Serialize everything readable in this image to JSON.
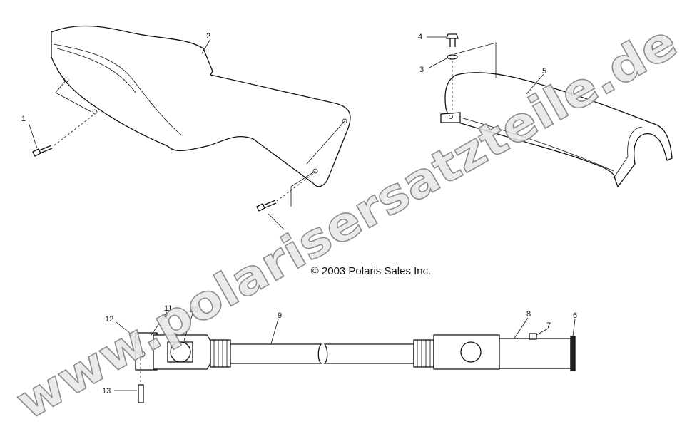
{
  "diagram": {
    "callouts": {
      "seat_front_bolt": "1",
      "seat_front": "2",
      "seat_front_bolt_rear": "1",
      "bolt": "4",
      "washer": "3",
      "seat_rear": "5",
      "yoke_left": "12",
      "pin_left": "11",
      "cross_left": "10",
      "shaft": "9",
      "yoke_right": "8",
      "set_screw": "7",
      "ring": "6",
      "roll_pin": "13"
    },
    "copyright": "© 2003 Polaris Sales Inc.",
    "watermark": "www.polarisersatzteile.de"
  }
}
